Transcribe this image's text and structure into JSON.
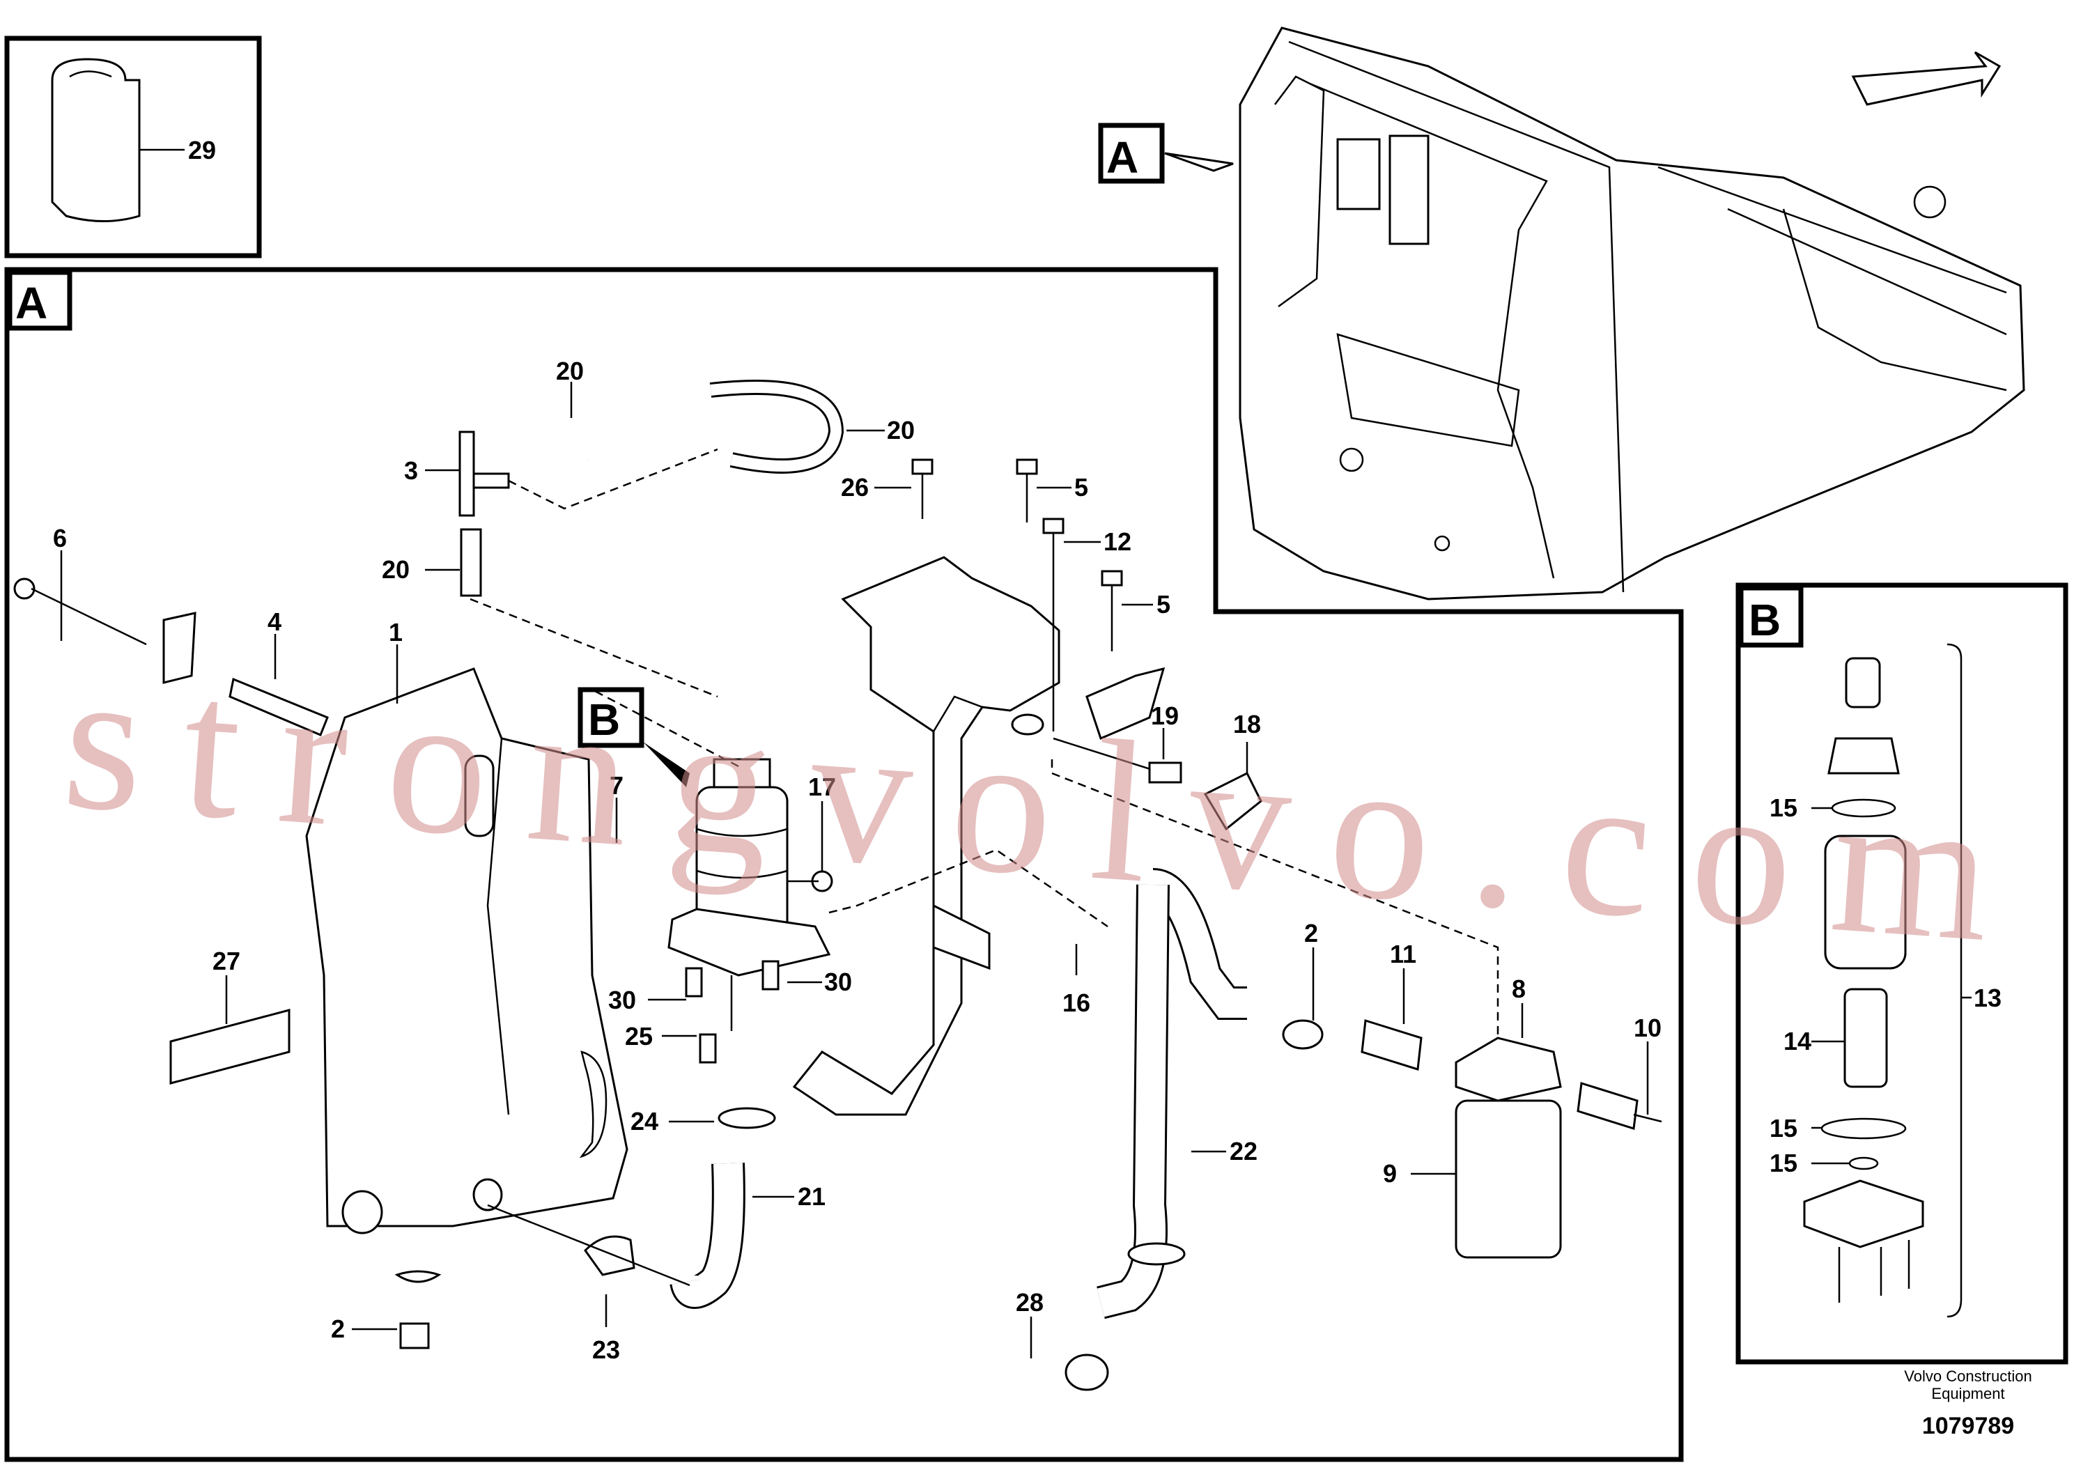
{
  "callouts": {
    "c29": "29",
    "c20a": "20",
    "c20b": "20",
    "c20c": "20",
    "c3": "3",
    "c6": "6",
    "c4": "4",
    "c1": "1",
    "c26": "26",
    "c5a": "5",
    "c5b": "5",
    "c12": "12",
    "c19": "19",
    "c18": "18",
    "c7": "7",
    "c17": "17",
    "c16": "16",
    "c27": "27",
    "c30a": "30",
    "c30b": "30",
    "c25": "25",
    "c24": "24",
    "c21": "21",
    "c23": "23",
    "c2a": "2",
    "c2b": "2",
    "c11": "11",
    "c8": "8",
    "c10": "10",
    "c9": "9",
    "c22": "22",
    "c28": "28",
    "c15a": "15",
    "c15b": "15",
    "c15c": "15",
    "c14": "14",
    "c13": "13"
  },
  "detail_labels": {
    "view_a_overview": "A",
    "view_a_main": "A",
    "view_b_main": "B",
    "view_b_pointer": "B"
  },
  "footer": {
    "company_line1": "Volvo Construction",
    "company_line2": "Equipment",
    "drawing_number": "1079789"
  },
  "watermark": "strongvolvo.com"
}
